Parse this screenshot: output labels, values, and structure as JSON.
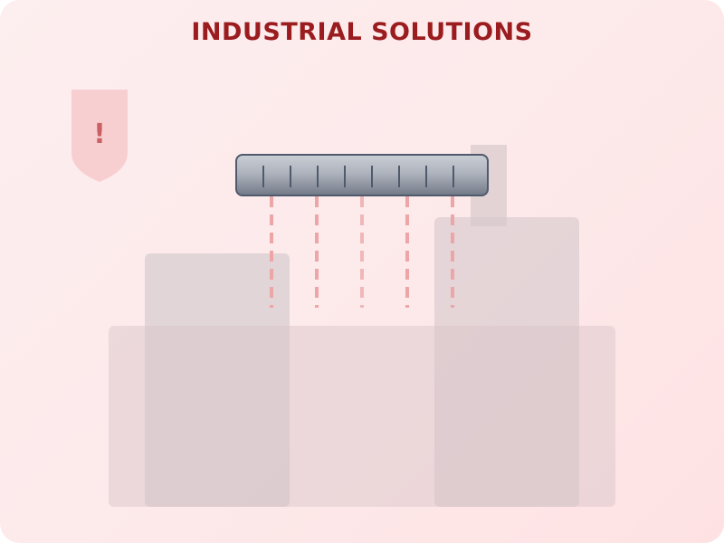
{
  "title": "INDUSTRIAL SOLUTIONS",
  "colors": {
    "title": "#9b1c1f",
    "background_start": "#fdeeef",
    "background_end": "#fee2e3",
    "shield_fill": "#f8cfd0",
    "shield_mark": "#c96164",
    "pipe_border": "#4f5a6c",
    "drip": "#eca6a8",
    "building_light": "#e6d6d8",
    "building_dark": "#cfc3c6"
  },
  "warning_badge": {
    "icon": "shield-icon",
    "symbol": "!"
  },
  "pipe": {
    "icon": "pipe-icon",
    "tick_count": 8
  },
  "drips": {
    "count": 5
  },
  "buildings": [
    {
      "name": "base-platform"
    },
    {
      "name": "left-tower"
    },
    {
      "name": "right-tower"
    },
    {
      "name": "chimney"
    }
  ]
}
